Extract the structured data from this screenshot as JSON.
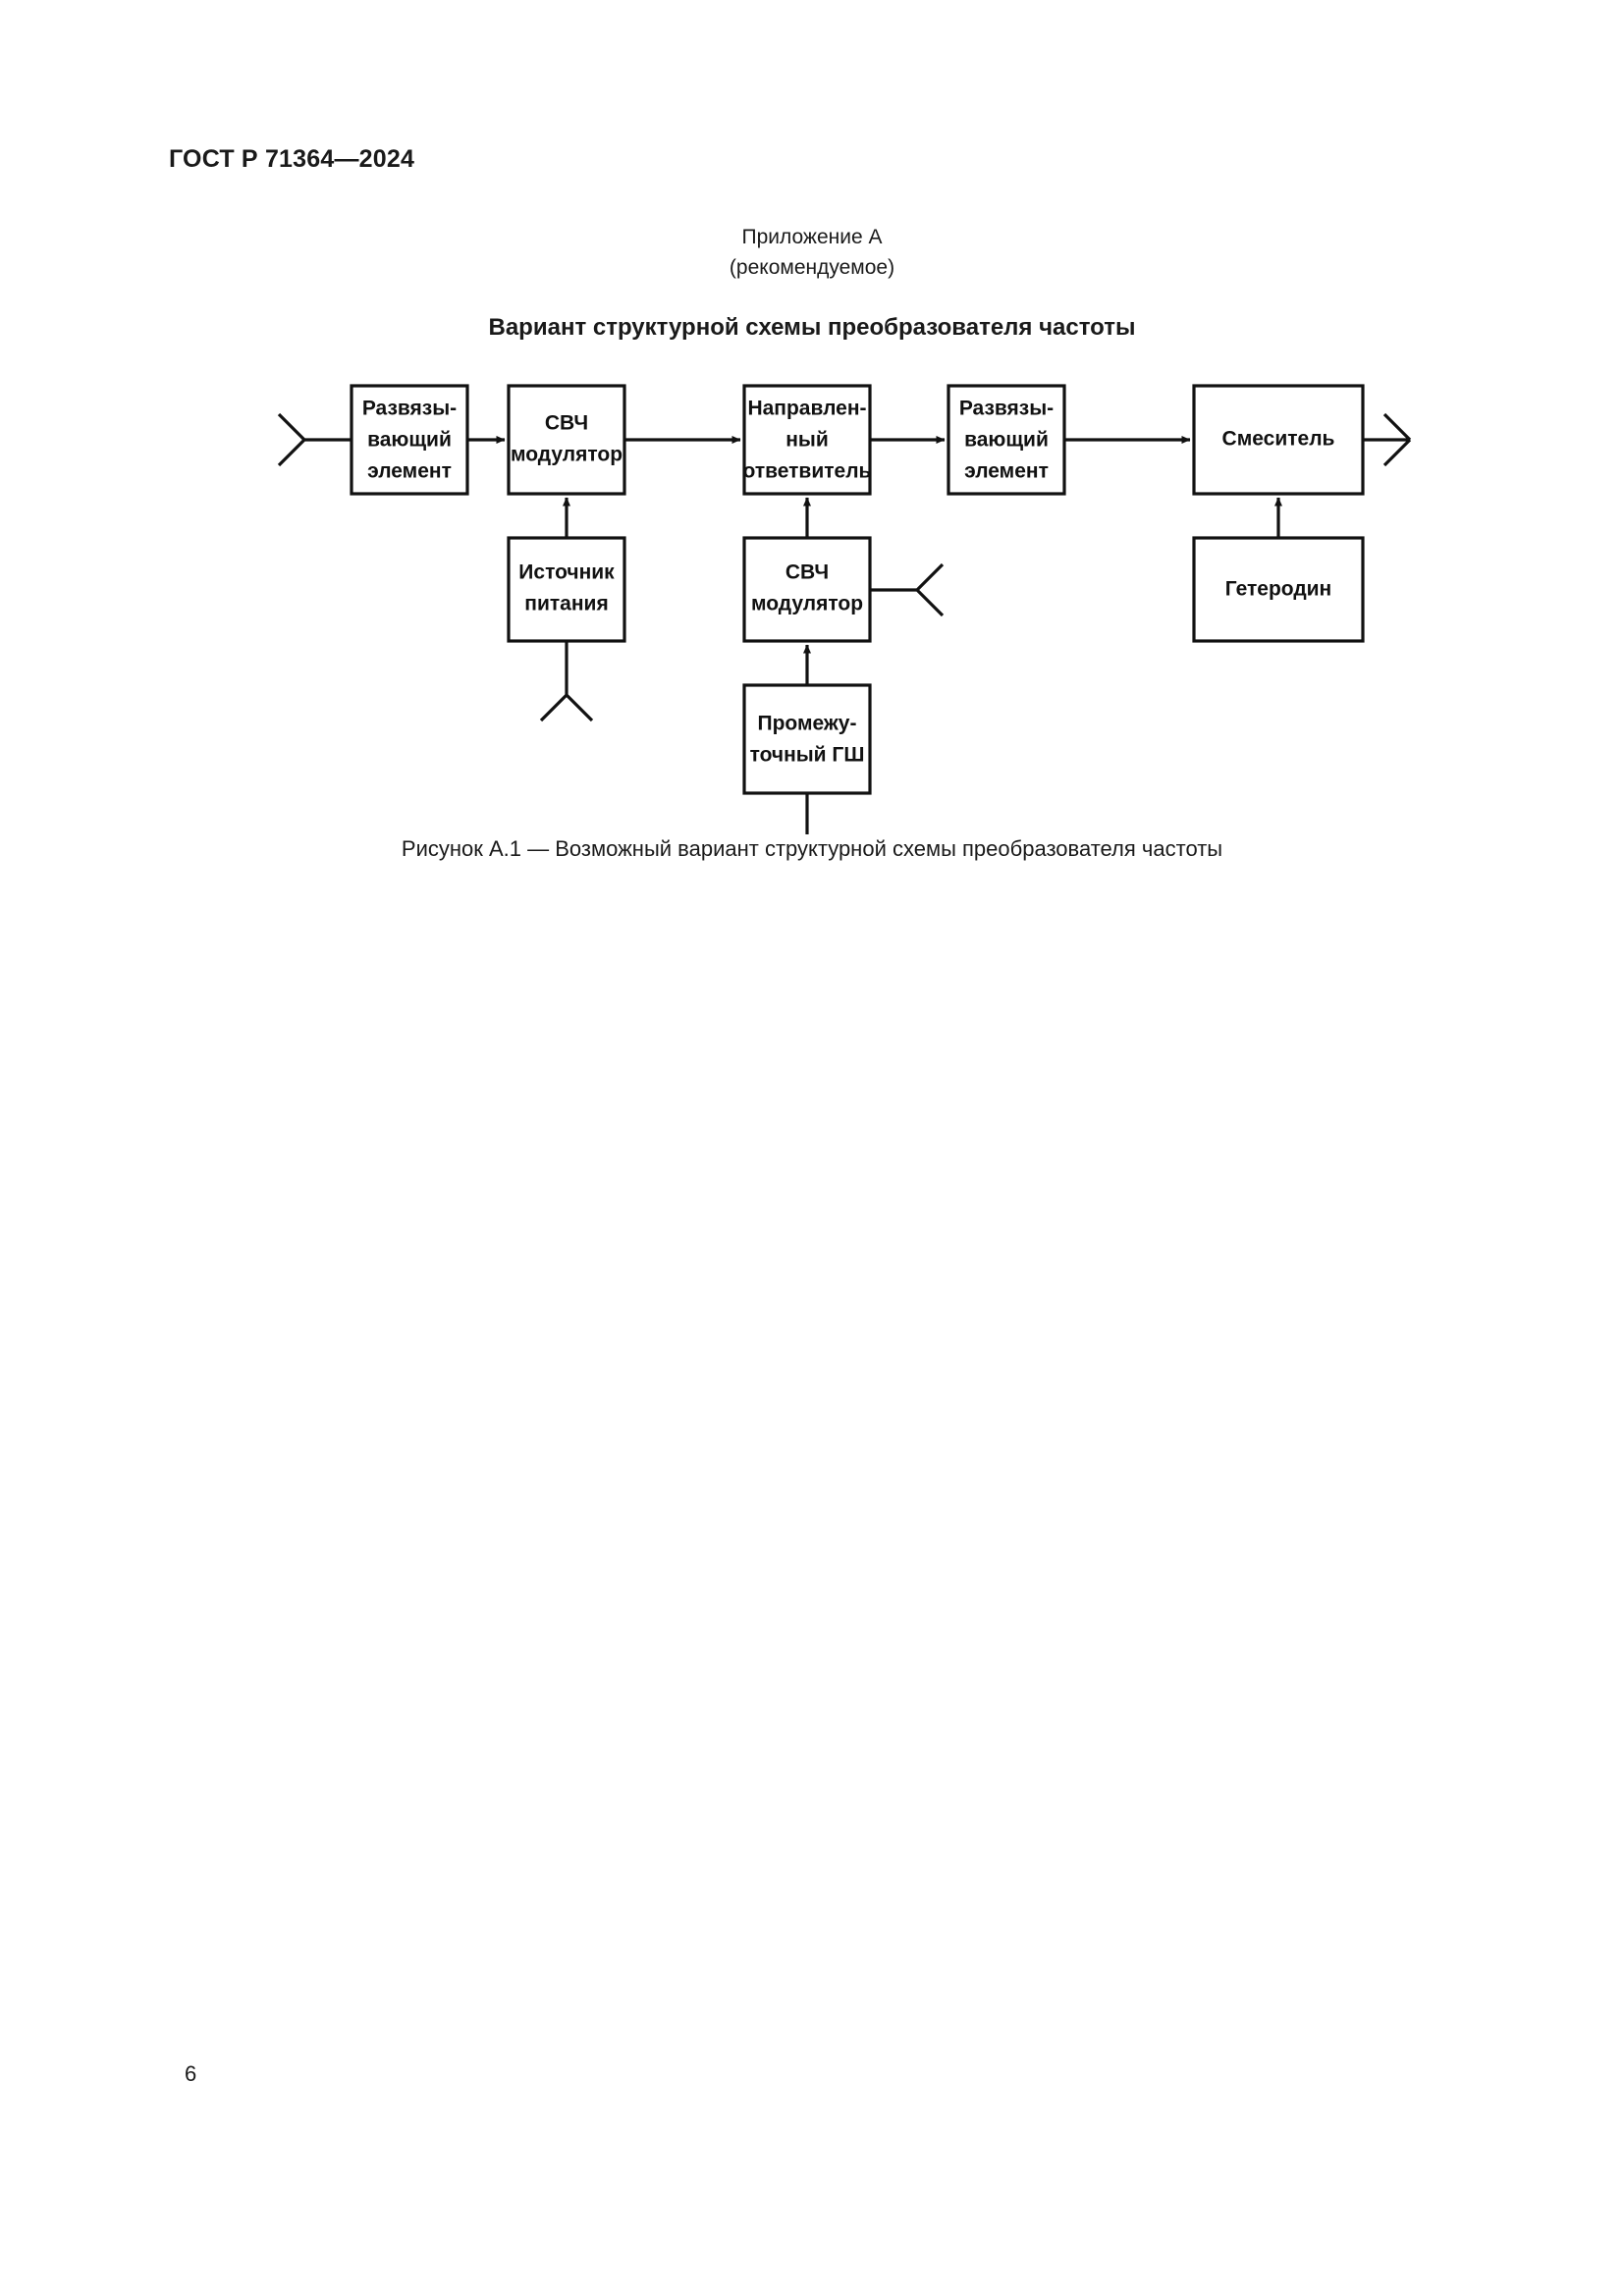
{
  "document": {
    "running_header": "ГОСТ Р 71364—2024",
    "page_number": "6"
  },
  "annex": {
    "label": "Приложение А",
    "status": "(рекомендуемое)",
    "title": "Вариант структурной схемы преобразователя частоты"
  },
  "figure": {
    "caption": "Рисунок А.1 — Возможный вариант структурной схемы преобразователя частоты",
    "blocks": {
      "isolator_1": {
        "line1": "Развязы-",
        "line2": "вающий",
        "line3": "элемент"
      },
      "shf_modulator_1": {
        "line1": "СВЧ",
        "line2": "модулятор"
      },
      "directional_coupler": {
        "line1": "Направлен-",
        "line2": "ный",
        "line3": "ответвитель"
      },
      "isolator_2": {
        "line1": "Развязы-",
        "line2": "вающий",
        "line3": "элемент"
      },
      "mixer": {
        "line1": "Смеситель"
      },
      "power_supply": {
        "line1": "Источник",
        "line2": "питания"
      },
      "shf_modulator_2": {
        "line1": "СВЧ",
        "line2": "модулятор"
      },
      "local_oscillator": {
        "line1": "Гетеродин"
      },
      "intermediate_noise_generator": {
        "line1": "Промежу-",
        "line2": "точный ГШ"
      }
    }
  },
  "colors": {
    "ink": "#111111",
    "page": "#ffffff"
  }
}
